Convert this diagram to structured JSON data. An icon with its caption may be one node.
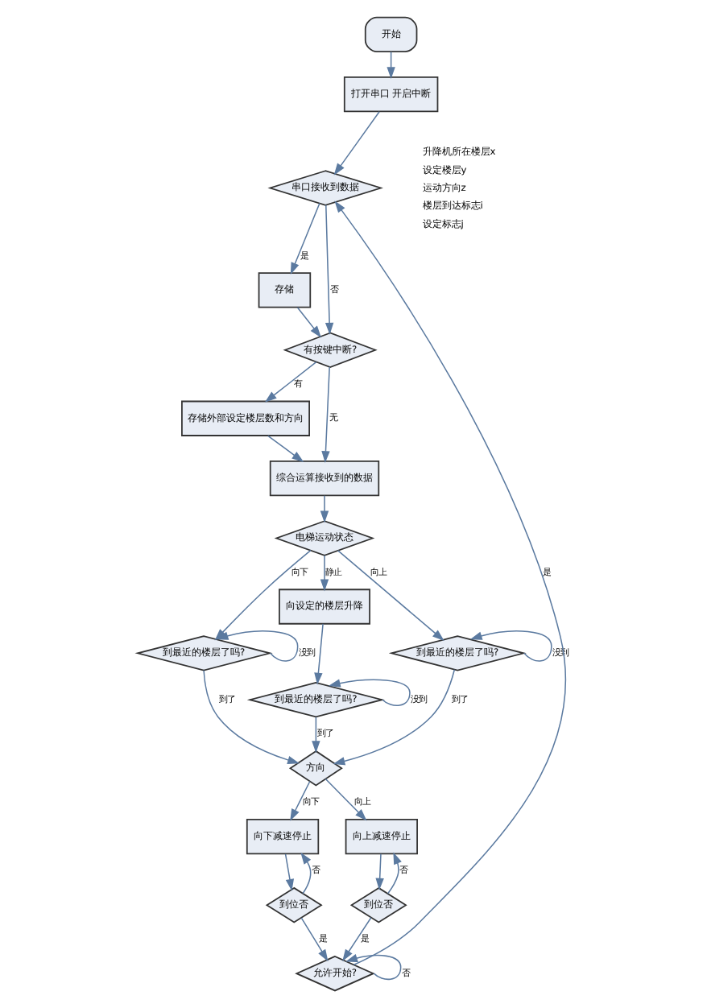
{
  "diagram": {
    "nodes": [
      {
        "text": [
          "开始"
        ]
      },
      {
        "text": [
          "打开串口 开启中断"
        ]
      },
      {
        "text": [
          "串口接收到数据"
        ]
      },
      {
        "text": [
          "存储"
        ]
      },
      {
        "text": [
          "有按键中断?"
        ]
      },
      {
        "text": [
          "存储外部设定楼层数和方向"
        ]
      },
      {
        "text": [
          "综合运算接收到的数据"
        ]
      },
      {
        "text": [
          "电梯运动状态"
        ]
      },
      {
        "text": [
          "到最近的楼层了吗?"
        ]
      },
      {
        "text": [
          "向设定的楼层升降"
        ]
      },
      {
        "text": [
          "到最近的楼层了吗?"
        ]
      },
      {
        "text": [
          "到最近的楼层了吗?"
        ]
      },
      {
        "text": [
          "方向"
        ]
      },
      {
        "text": [
          "向下减速停止"
        ]
      },
      {
        "text": [
          "向上减速停止"
        ]
      },
      {
        "text": [
          "到位否"
        ]
      },
      {
        "text": [
          "到位否"
        ]
      },
      {
        "text": [
          "允许开始?"
        ]
      }
    ],
    "edges": [
      {
        "from": 0,
        "to": 1,
        "arrow": "to"
      },
      {
        "from": 1,
        "to": 2,
        "arrow": "to"
      },
      {
        "from": 2,
        "to": 3,
        "arrow": "to",
        "label": "是"
      },
      {
        "from": 2,
        "to": 4,
        "arrow": "to",
        "label": "否"
      },
      {
        "from": 3,
        "to": 4,
        "arrow": "to"
      },
      {
        "from": 4,
        "to": 5,
        "arrow": "to",
        "label": "有"
      },
      {
        "from": 4,
        "to": 6,
        "arrow": "to",
        "label": "无"
      },
      {
        "from": 5,
        "to": 6,
        "arrow": "to"
      },
      {
        "from": 6,
        "to": 7,
        "arrow": "to"
      },
      {
        "from": 7,
        "to": 8,
        "arrow": "to",
        "label": "向下"
      },
      {
        "from": 7,
        "to": 9,
        "arrow": "to",
        "label": "静止"
      },
      {
        "from": 7,
        "to": 11,
        "arrow": "to",
        "label": "向上"
      },
      {
        "from": 8,
        "to": 8,
        "arrow": "to",
        "label": "没到"
      },
      {
        "from": 11,
        "to": 11,
        "arrow": "to",
        "label": "没到"
      },
      {
        "from": 9,
        "to": 10,
        "arrow": "to"
      },
      {
        "from": 10,
        "to": 10,
        "arrow": "to",
        "label": "没到"
      },
      {
        "from": 8,
        "to": 12,
        "arrow": "to",
        "label": "到了"
      },
      {
        "from": 10,
        "to": 12,
        "arrow": "to",
        "label": "到了"
      },
      {
        "from": 11,
        "to": 12,
        "arrow": "to",
        "label": "到了"
      },
      {
        "from": 12,
        "to": 13,
        "arrow": "to",
        "label": "向下"
      },
      {
        "from": 12,
        "to": 14,
        "arrow": "to",
        "label": "向上"
      },
      {
        "from": 13,
        "to": 15,
        "arrow": "to"
      },
      {
        "from": 14,
        "to": 16,
        "arrow": "to"
      },
      {
        "from": 15,
        "to": 13,
        "arrow": "to",
        "label": "否"
      },
      {
        "from": 16,
        "to": 14,
        "arrow": "to",
        "label": "否"
      },
      {
        "from": 15,
        "to": 17,
        "arrow": "to",
        "label": "是"
      },
      {
        "from": 16,
        "to": 17,
        "arrow": "to",
        "label": "是"
      },
      {
        "from": 17,
        "to": 17,
        "arrow": "to",
        "label": "否"
      },
      {
        "from": 17,
        "to": 2,
        "arrow": "to",
        "label": "是"
      }
    ],
    "labels": [
      "升降机所在楼层x",
      "设定楼层y",
      "运动方向z",
      "楼层到达标志i",
      "设定标志j"
    ]
  }
}
